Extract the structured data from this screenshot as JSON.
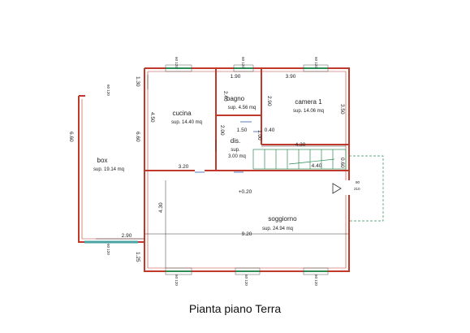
{
  "caption": "Pianta piano Terra",
  "rooms": {
    "box": {
      "name": "box",
      "area": "sup. 19.14 mq"
    },
    "cucina": {
      "name": "cucina",
      "area": "sup. 14.40 mq"
    },
    "bagno": {
      "name": "bagno",
      "area": "sup. 4.56 mq"
    },
    "camera": {
      "name": "camera 1",
      "area": "sup. 14.06 mq"
    },
    "dis": {
      "name": "dis.",
      "area_a": "sup.",
      "area_b": "3.00 mq"
    },
    "soggiorno": {
      "name": "soggiorno",
      "area": "sup. 24.94 mq"
    }
  },
  "dimensions": {
    "d_190": "1.90",
    "d_390": "3.90",
    "d_240": "2.40",
    "d_290": "2.90",
    "d_350": "3.50",
    "d_450": "4.50",
    "d_150": "1.50",
    "d_040": "0.40",
    "d_200": "2.00",
    "d_100": "1.00",
    "d_430": "4.30",
    "d_440": "4.40",
    "d_060": "0.60",
    "d_320": "3.20",
    "d_660": "6.60",
    "d_660b": "6.60",
    "d_130": "1.30",
    "d_430v": "4.30",
    "d_920": "9.20",
    "d_125": "1.25",
    "d_290b": "2.90",
    "level": "+0.20"
  },
  "windows": {
    "w_top_1": "60 120",
    "w_top_2": "60 120",
    "w_top_3": "60 120",
    "w_box_top": "60 120",
    "w_box_bot": "60 120",
    "w_bot_1": "60 120",
    "w_bot_2": "60 120",
    "w_bot_3": "60 120",
    "door_side_a": "90",
    "door_side_b": "210"
  }
}
